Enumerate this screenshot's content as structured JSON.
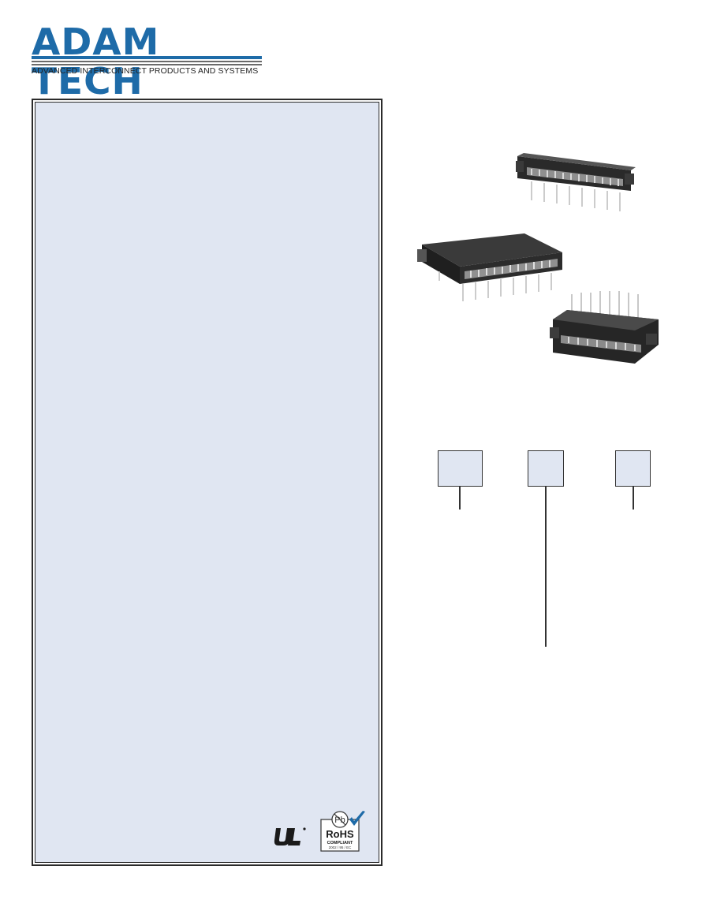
{
  "brand": {
    "name": "ADAM TECH",
    "tagline": "ADVANCED INTERCONNECT PRODUCTS AND SYSTEMS",
    "color": "#1e6ba8"
  },
  "panel": {
    "background": "#e0e6f2"
  },
  "certifications": {
    "ul": "UL recognized component mark",
    "rohs_pb": "Pb",
    "rohs_title": "RoHS",
    "rohs_compliant": "COMPLIANT",
    "rohs_directive": "2002 / 95 / EC"
  },
  "photos": [
    "connector-top",
    "connector-middle",
    "connector-right-angle"
  ],
  "ordering_boxes": [
    "",
    "",
    ""
  ]
}
